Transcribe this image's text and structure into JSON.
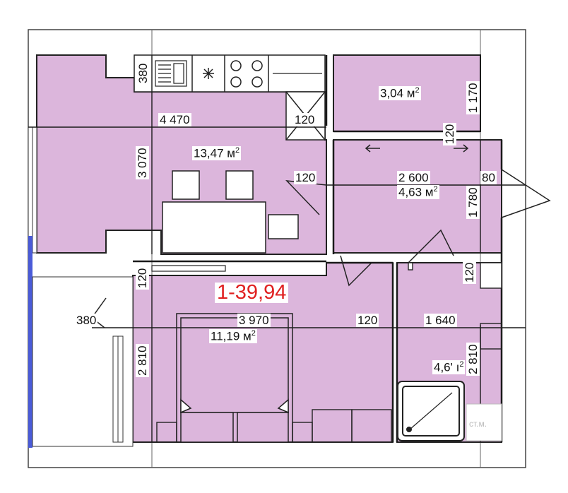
{
  "plan": {
    "apartment_label": "1-39,94",
    "rooms": {
      "kitchen_living": {
        "area": "13,47 м",
        "area_sup": "2",
        "width": "4 470",
        "height": "3 070"
      },
      "storage": {
        "area": "3,04 м",
        "area_sup": "2",
        "height": "1 170"
      },
      "hall": {
        "area": "4,63 м",
        "area_sup": "2",
        "width": "2 600",
        "height": "1 780"
      },
      "bedroom": {
        "area": "11,19 м",
        "area_sup": "2",
        "width": "3 970",
        "height": "2 810"
      },
      "bathroom": {
        "area": "4,6",
        "area_sup": "2",
        "area_tail": "' ı",
        "width": "1 640",
        "height": "2 810",
        "note": "ст.м."
      }
    },
    "dimensions": {
      "d380_top": "380",
      "d380_left": "380",
      "d120_vent": "120",
      "d120_storage": "120",
      "d120_hall_left": "120",
      "d120_bedroom_top": "120",
      "d120_bed_bath": "120",
      "d120_bath_top": "120",
      "d80_entry": "80"
    }
  },
  "colors": {
    "room_fill": "#dcb6dc",
    "wall": "#1a1a1a",
    "accent": "#e02020",
    "window_blue": "#4a5bd8"
  }
}
